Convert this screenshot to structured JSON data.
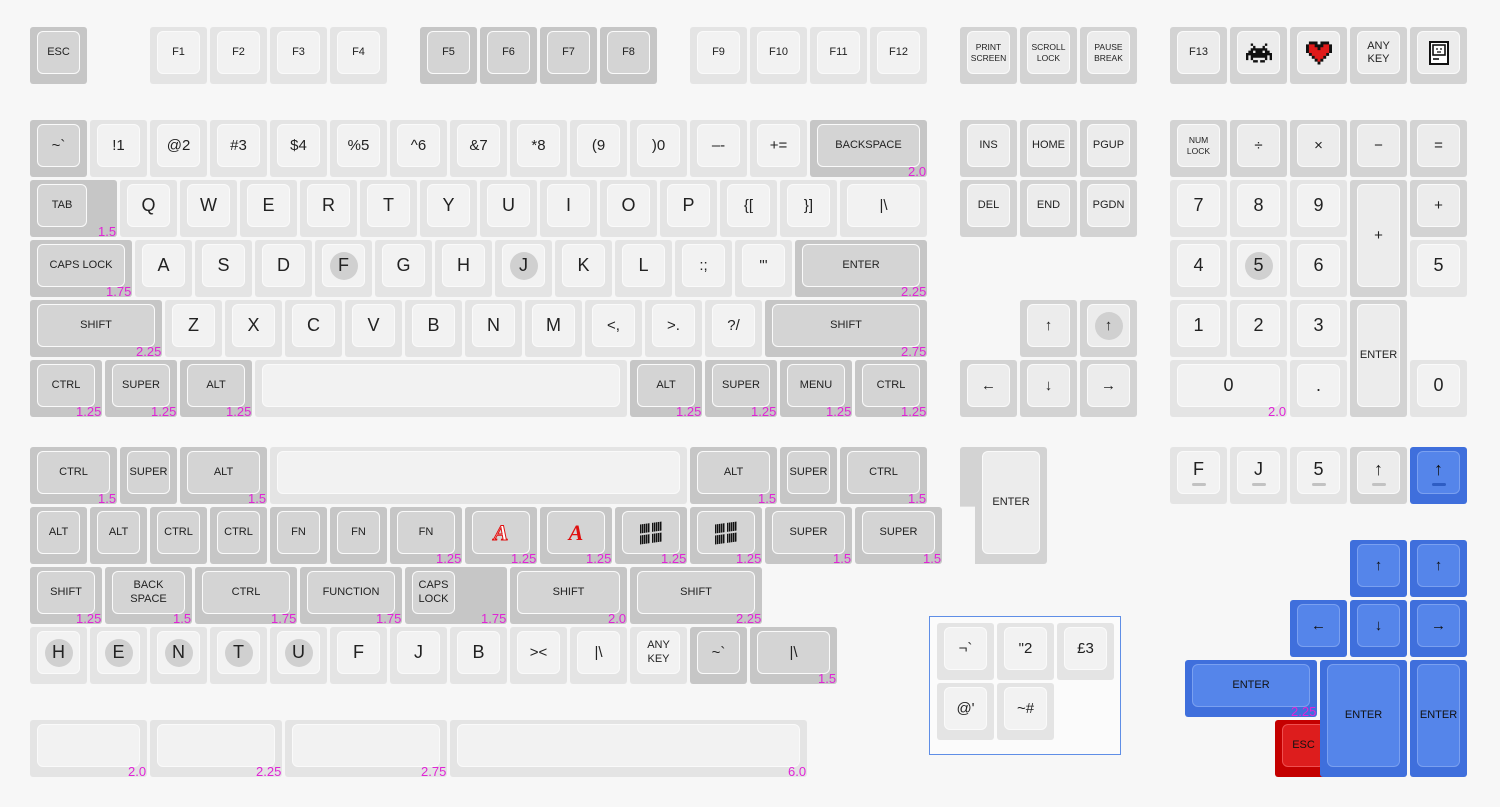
{
  "function_row": {
    "esc": "ESC",
    "f1": "F1",
    "f2": "F2",
    "f3": "F3",
    "f4": "F4",
    "f5": "F5",
    "f6": "F6",
    "f7": "F7",
    "f8": "F8",
    "f9": "F9",
    "f10": "F10",
    "f11": "F11",
    "f12": "F12",
    "print_screen": "PRINT\nSCREEN",
    "scroll_lock": "SCROLL\nLOCK",
    "pause_break": "PAUSE\nBREAK",
    "f13": "F13",
    "any_key": "ANY\nKEY",
    "icons": [
      "space-invader-icon",
      "heart-icon",
      "retro-computer-icon"
    ]
  },
  "number_row": {
    "keys": [
      {
        "top": "~",
        "bottom": "`"
      },
      {
        "top": "!",
        "bottom": "1"
      },
      {
        "top": "@",
        "bottom": "2"
      },
      {
        "top": "#",
        "bottom": "3"
      },
      {
        "top": "$",
        "bottom": "4"
      },
      {
        "top": "%",
        "bottom": "5"
      },
      {
        "top": "^",
        "bottom": "6"
      },
      {
        "top": "&",
        "bottom": "7"
      },
      {
        "top": "*",
        "bottom": "8"
      },
      {
        "top": "(",
        "bottom": "9"
      },
      {
        "top": ")",
        "bottom": "0"
      },
      {
        "top": "–",
        "bottom": "-"
      },
      {
        "top": "+",
        "bottom": "="
      }
    ],
    "backspace": "BACKSPACE",
    "backspace_size": "2.0"
  },
  "top_row": {
    "tab": "TAB",
    "tab_size": "1.5",
    "letters": [
      "Q",
      "W",
      "E",
      "R",
      "T",
      "Y",
      "U",
      "I",
      "O",
      "P"
    ],
    "lbracket": {
      "top": "{",
      "bottom": "["
    },
    "rbracket": {
      "top": "}",
      "bottom": "]"
    },
    "backslash": {
      "top": "|",
      "bottom": "\\"
    }
  },
  "home_row": {
    "caps": "CAPS LOCK",
    "caps_size": "1.75",
    "letters": [
      "A",
      "S",
      "D",
      "F",
      "G",
      "H",
      "J",
      "K",
      "L"
    ],
    "semicolon": {
      "top": ":",
      "bottom": ";"
    },
    "quote": {
      "top": "\"",
      "bottom": "'"
    },
    "enter": "ENTER",
    "enter_size": "2.25"
  },
  "bottom_row": {
    "shift": "SHIFT",
    "lshift_size": "2.25",
    "rshift_size": "2.75",
    "letters": [
      "Z",
      "X",
      "C",
      "V",
      "B",
      "N",
      "M"
    ],
    "comma": {
      "top": "<",
      "bottom": ","
    },
    "period": {
      "top": ">",
      "bottom": "."
    },
    "slash": {
      "top": "?",
      "bottom": "/"
    }
  },
  "modifier_row": {
    "ctrl": "CTRL",
    "super": "SUPER",
    "alt": "ALT",
    "menu": "MENU",
    "size": "1.25"
  },
  "navigation": {
    "ins": "INS",
    "home": "HOME",
    "pgup": "PGUP",
    "del": "DEL",
    "end": "END",
    "pgdn": "PGDN",
    "up": "↑",
    "down": "↓",
    "left": "←",
    "right": "→"
  },
  "numpad": {
    "numlock": "NUM\nLOCK",
    "divide": "÷",
    "multiply": "×",
    "minus": "−",
    "equals": "=",
    "plus": "+",
    "digits": [
      "7",
      "8",
      "9",
      "4",
      "5",
      "6",
      "1",
      "2",
      "3",
      "0"
    ],
    "dot": ".",
    "enter": "ENTER",
    "zero_size": "2.0"
  },
  "extras": {
    "ctrl": "CTRL",
    "super": "SUPER",
    "alt": "ALT",
    "fn": "FN",
    "shift": "SHIFT",
    "back_space": "BACK\nSPACE",
    "function": "FUNCTION",
    "caps_lock": "CAPS\nLOCK",
    "enter": "ENTER",
    "esc": "ESC",
    "any_key": "ANY\nKEY",
    "homing_letters": [
      "H",
      "E",
      "N",
      "T",
      "U"
    ],
    "plain_letters": [
      "F",
      "J",
      "B"
    ],
    "greater_less": {
      "top": ">",
      "bottom": "<"
    },
    "pipe": {
      "top": "|",
      "bottom": "\\"
    },
    "tilde": {
      "top": "~",
      "bottom": "`"
    },
    "homing_row": [
      "F",
      "J",
      "5"
    ],
    "sizes": {
      "s1_5": "1.5",
      "s1_25": "1.25",
      "s1_75": "1.75",
      "s2_0": "2.0",
      "s2_25": "2.25",
      "s2_75": "2.75",
      "s6_0": "6.0"
    },
    "uk_keys": [
      {
        "top": "¬",
        "bottom": "`"
      },
      {
        "top": "\"",
        "bottom": "2"
      },
      {
        "top": "£",
        "bottom": "3"
      },
      {
        "top": "@",
        "bottom": "'"
      },
      {
        "top": "~",
        "bottom": "#"
      }
    ]
  },
  "colors": {
    "accent_blue": "#3f6fdc",
    "accent_red": "#c40000",
    "size_label": "#e024d6"
  }
}
